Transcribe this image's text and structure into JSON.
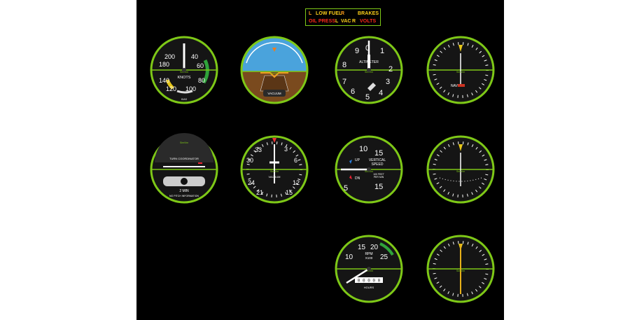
{
  "annunciator": {
    "row1": [
      {
        "text": "L",
        "color": "#ff9a1a"
      },
      {
        "text": "LOW FUEL",
        "color": "#ffd21a"
      },
      {
        "text": "R",
        "color": "#ff9a1a"
      },
      {
        "text": "BRAKES",
        "color": "#ffd21a"
      }
    ],
    "row2": [
      {
        "text": "OIL PRESS",
        "color": "#ff2a1a"
      },
      {
        "text": "L",
        "color": "#ffd21a"
      },
      {
        "text": "VAC",
        "color": "#ffd21a"
      },
      {
        "text": "R",
        "color": "#ffd21a"
      },
      {
        "text": "VOLTS",
        "color": "#ff2a1a"
      }
    ]
  },
  "colors": {
    "bezel": "#7ec817",
    "panel": "#000000",
    "dial": "#111111"
  },
  "gauges": {
    "airspeed": {
      "unit": "KNOTS",
      "brand": "SimVim",
      "ticks": [
        "200",
        "180",
        "40",
        "60",
        "140",
        "80",
        "120",
        "100"
      ],
      "sub": "KIAS"
    },
    "attitude": {
      "label": "VACUUM",
      "brand": "SimVim"
    },
    "altimeter": {
      "label": "ALTIMETER",
      "brand": "SimVim",
      "ticks": [
        "9",
        "0",
        "1",
        "2",
        "3",
        "4",
        "5",
        "6",
        "7",
        "8"
      ]
    },
    "heading": {
      "brand": "SimVim",
      "code": "NAV"
    },
    "turn_coordinator": {
      "title": "TURN COORDINATOR",
      "min": "2 MIN",
      "note": "NO PITCH INFORMATION",
      "brand": "SimVim"
    },
    "dg": {
      "label": "VACUUM",
      "brand": "SimVim",
      "ticks": [
        "33",
        "3",
        "30",
        "6",
        "24",
        "21",
        "12",
        "15"
      ]
    },
    "vsi": {
      "title1": "VERTICAL",
      "title2": "SPEED",
      "up": "UP",
      "dn": "DN",
      "unit1": "100 FEET",
      "unit2": "PER MIN",
      "brand": "SimVim",
      "ticks": [
        "10",
        "15",
        "5",
        "15"
      ]
    },
    "nav1": {
      "brand": "SimVim"
    },
    "tach": {
      "title": "RPM",
      "mult": "X100",
      "hours": "HOURS",
      "odometer": "0 0 0 0 0",
      "brand": "SimVim",
      "ticks": [
        "15",
        "20",
        "25",
        "10"
      ]
    },
    "nav2": {
      "brand": "SimVim"
    }
  }
}
